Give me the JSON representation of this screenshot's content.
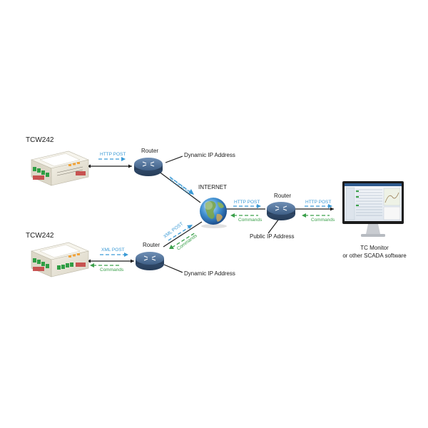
{
  "devices": {
    "top_device": {
      "name": "TCW242"
    },
    "bottom_device": {
      "name": "TCW242"
    }
  },
  "routers": {
    "top": {
      "label": "Router",
      "ip_label": "Dynamic IP Address"
    },
    "bottom": {
      "label": "Router",
      "ip_label": "Dynamic IP Address"
    },
    "right": {
      "label": "Router",
      "ip_label": "Public IP Address"
    }
  },
  "internet": {
    "label": "INTERNET"
  },
  "monitor": {
    "line1": "TC Monitor",
    "line2": "or other SCADA software"
  },
  "links": {
    "top_device_router": "HTTP POST",
    "top_router_internet": "HTTP POST",
    "bottom_device_router_out": "XML POST",
    "bottom_device_router_in": "Commands",
    "bottom_router_internet_out": "XML POST",
    "bottom_router_internet_in": "Commands",
    "internet_router_out": "HTTP POST",
    "internet_router_in": "Commands",
    "router_monitor_out": "HTTP POST",
    "router_monitor_in": "Commands"
  },
  "colors": {
    "post_arrow": "#3a9ad6",
    "command_arrow": "#3aa04a",
    "router_body": "#3f5f86",
    "device_body": "#e9e5d9",
    "terminal_green": "#2f9e44"
  }
}
